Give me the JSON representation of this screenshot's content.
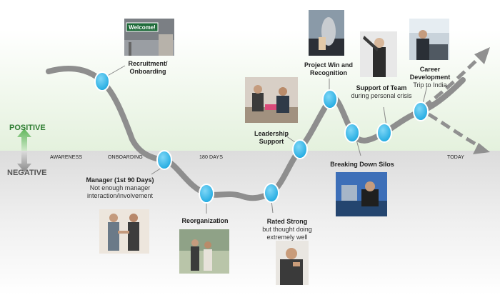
{
  "axis": {
    "positive_label": "POSITIVE",
    "negative_label": "NEGATIVE",
    "timeline": [
      "AWARENESS",
      "ONBOARDING",
      "180 DAYS",
      "TODAY"
    ]
  },
  "colors": {
    "positive": "#2e7d32",
    "negative": "#555555",
    "path": "#8e8e8e",
    "node": "#29b6e8"
  },
  "events": [
    {
      "title": "Recruitment/ Onboarding",
      "detail": ""
    },
    {
      "title": "Manager (1st 90 Days)",
      "detail": "Not enough manager interaction/involvement"
    },
    {
      "title": "Reorganization",
      "detail": ""
    },
    {
      "title": "Rated Strong",
      "detail": "but thought doing extremely well"
    },
    {
      "title": "Leadership Support",
      "detail": ""
    },
    {
      "title": "Project Win and Recognition",
      "detail": ""
    },
    {
      "title": "Breaking Down Silos",
      "detail": ""
    },
    {
      "title": "Support of Team",
      "detail": "during personal crisis"
    },
    {
      "title": "Career Development",
      "detail": "Trip to India"
    }
  ],
  "sign_text": "Welcome!"
}
